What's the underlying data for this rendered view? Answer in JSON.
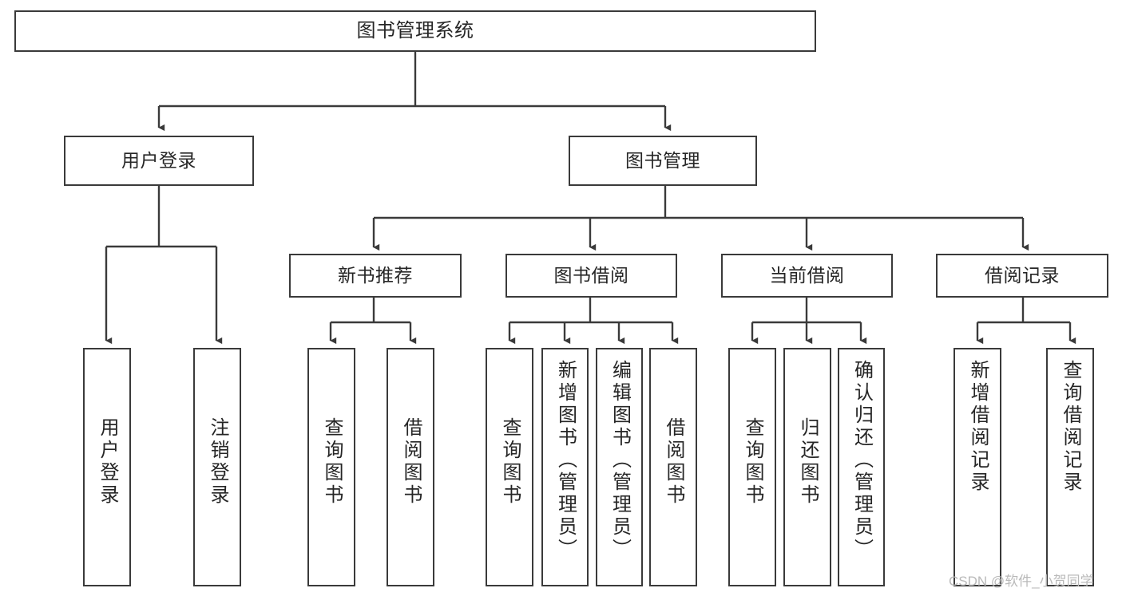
{
  "diagram": {
    "title": "图书管理系统",
    "type": "tree-hierarchy-chart",
    "orientation": "top-down",
    "colors": {
      "node_border": "#3a3a3a",
      "node_fill": "#ffffff",
      "edge": "#3a3a3a",
      "text": "#262626",
      "watermark": "#b9b9b9",
      "background": "#ffffff"
    },
    "root": {
      "label": "图书管理系统"
    },
    "level2": [
      {
        "label": "用户登录"
      },
      {
        "label": "图书管理"
      }
    ],
    "level3": [
      {
        "label": "新书推荐"
      },
      {
        "label": "图书借阅"
      },
      {
        "label": "当前借阅"
      },
      {
        "label": "借阅记录"
      }
    ],
    "leaves": {
      "user_login": [
        {
          "label": "用户登录"
        },
        {
          "label": "注销登录"
        }
      ],
      "new_book_recommend": [
        {
          "label": "查询图书"
        },
        {
          "label": "借阅图书"
        }
      ],
      "book_borrow": [
        {
          "label": "查询图书"
        },
        {
          "label": "新增图书（管理员）"
        },
        {
          "label": "编辑图书（管理员）"
        },
        {
          "label": "借阅图书"
        }
      ],
      "current_borrow": [
        {
          "label": "查询图书"
        },
        {
          "label": "归还图书"
        },
        {
          "label": "确认归还（管理员）"
        }
      ],
      "borrow_record": [
        {
          "label": "新增借阅记录"
        },
        {
          "label": "查询借阅记录"
        }
      ]
    }
  },
  "watermark": {
    "text": "CSDN @软件_小贺同学"
  }
}
